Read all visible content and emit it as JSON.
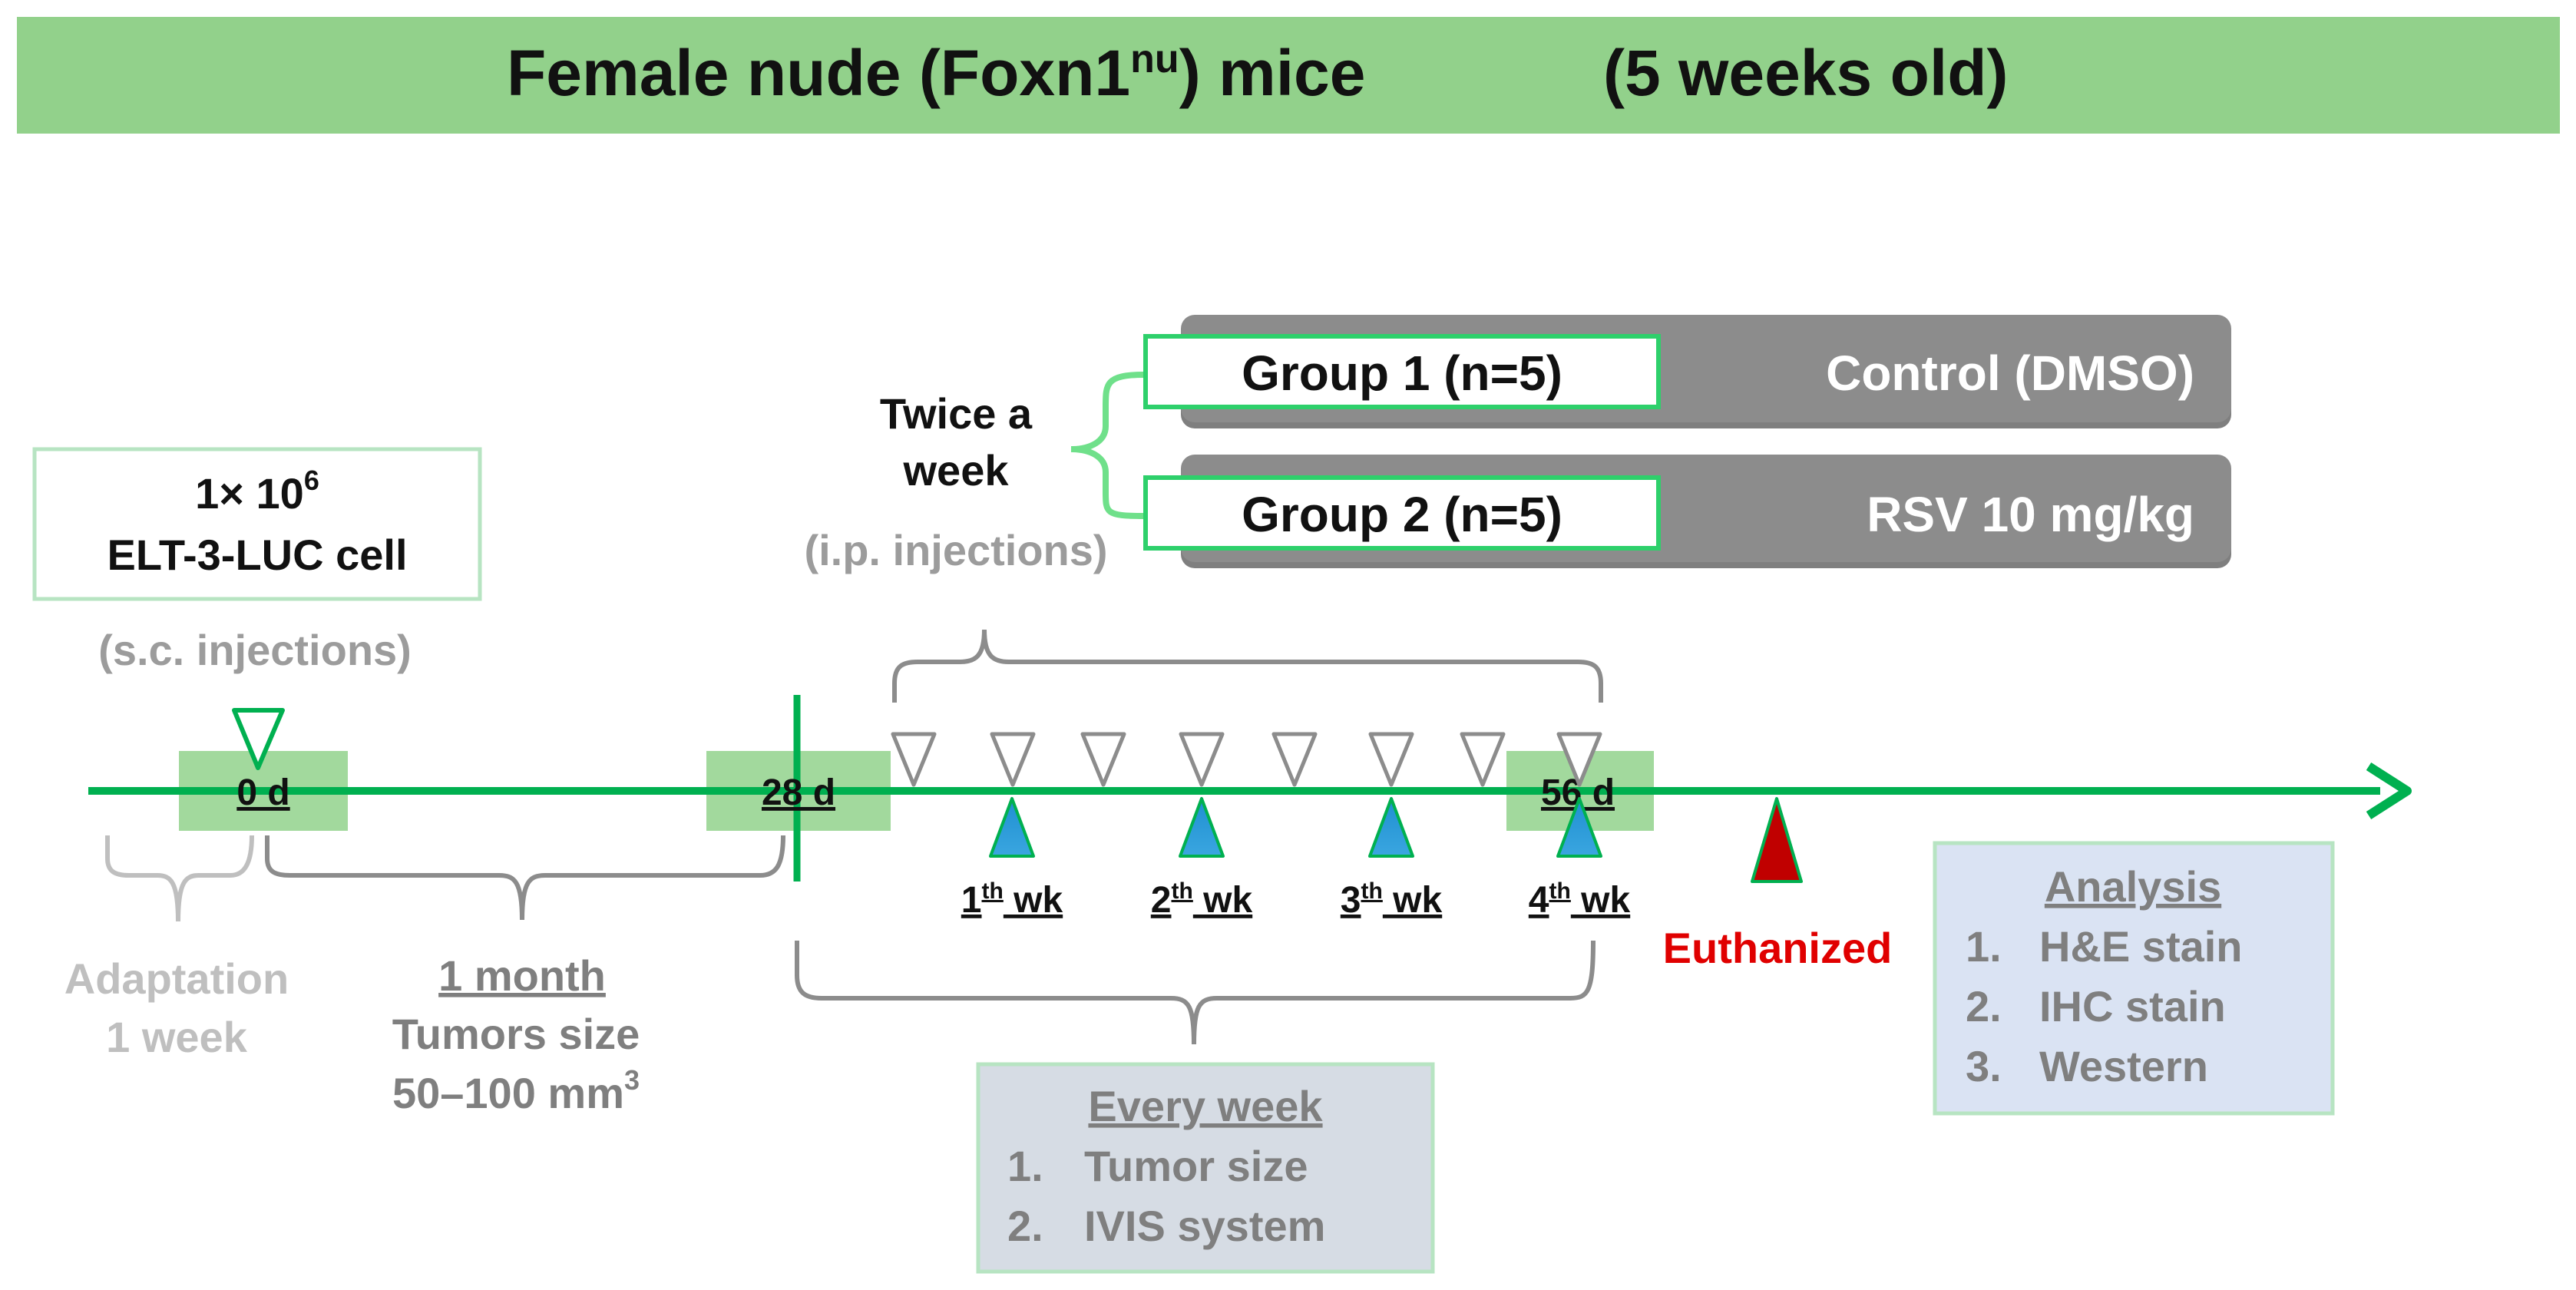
{
  "header": {
    "title_pre": "Female nude (Foxn1",
    "title_sup": "nu",
    "title_post": ") mice",
    "age": "(5 weeks old)"
  },
  "injection_cells": {
    "line1_pre": "1× 10",
    "line1_sup": "6",
    "line2": "ELT-3-LUC cell",
    "route": "(s.c. injections)"
  },
  "treatment": {
    "frequency_line1": "Twice a",
    "frequency_line2": "week",
    "route": "(i.p. injections)",
    "groups": [
      {
        "name": "Group 1 (n=5)",
        "treatment": "Control (DMSO)"
      },
      {
        "name": "Group 2 (n=5)",
        "treatment": "RSV 10 mg/kg"
      }
    ]
  },
  "timeline": {
    "day_labels": [
      "0 d",
      "28 d",
      "56 d"
    ],
    "weeks": [
      {
        "num": "1",
        "sup": "th",
        "unit": " wk"
      },
      {
        "num": "2",
        "sup": "th",
        "unit": " wk"
      },
      {
        "num": "3",
        "sup": "th",
        "unit": " wk"
      },
      {
        "num": "4",
        "sup": "th",
        "unit": " wk"
      }
    ],
    "euthanized": "Euthanized"
  },
  "adaptation": {
    "line1": "Adaptation",
    "line2": "1 week"
  },
  "tumor_growth": {
    "line1": "1 month",
    "line2": "Tumors size",
    "line3_pre": "50–100 mm",
    "line3_sup": "3"
  },
  "every_week": {
    "title": "Every week",
    "items": [
      "Tumor size",
      "IVIS system"
    ]
  },
  "analysis": {
    "title": "Analysis",
    "items": [
      "H&E stain",
      "IHC stain",
      "Western"
    ]
  },
  "colors": {
    "header_bg": "#92d18b",
    "timeline": "#00b050",
    "group_bar": "#8c8c8c",
    "week_marker": "#2e9bd6",
    "euthanized_marker": "#c00000",
    "every_week_bg": "#d6dce4",
    "analysis_bg": "#dae3f3"
  }
}
